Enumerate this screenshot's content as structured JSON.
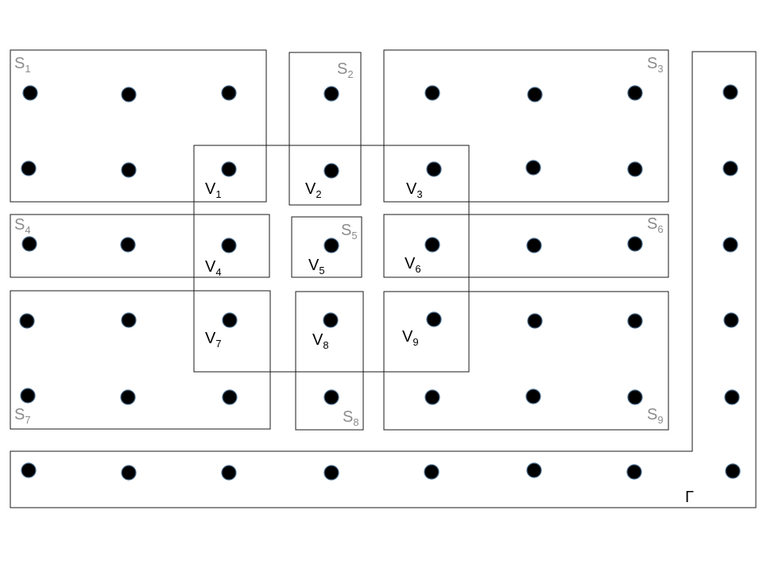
{
  "colors": {
    "outline": "#1a1a1a",
    "s_label": "#8c8c8c",
    "v_label": "#000000",
    "dot_fill": "#000000",
    "dot_edge": "#4a6c8c"
  },
  "subdomains": [
    {
      "base": "S",
      "sub": "1"
    },
    {
      "base": "S",
      "sub": "2"
    },
    {
      "base": "S",
      "sub": "3"
    },
    {
      "base": "S",
      "sub": "4"
    },
    {
      "base": "S",
      "sub": "5"
    },
    {
      "base": "S",
      "sub": "6"
    },
    {
      "base": "S",
      "sub": "7"
    },
    {
      "base": "S",
      "sub": "8"
    },
    {
      "base": "S",
      "sub": "9"
    }
  ],
  "vertices": [
    {
      "base": "V",
      "sub": "1"
    },
    {
      "base": "V",
      "sub": "2"
    },
    {
      "base": "V",
      "sub": "3"
    },
    {
      "base": "V",
      "sub": "4"
    },
    {
      "base": "V",
      "sub": "5"
    },
    {
      "base": "V",
      "sub": "6"
    },
    {
      "base": "V",
      "sub": "7"
    },
    {
      "base": "V",
      "sub": "8"
    },
    {
      "base": "V",
      "sub": "9"
    }
  ],
  "interface": {
    "label": "Γ"
  }
}
